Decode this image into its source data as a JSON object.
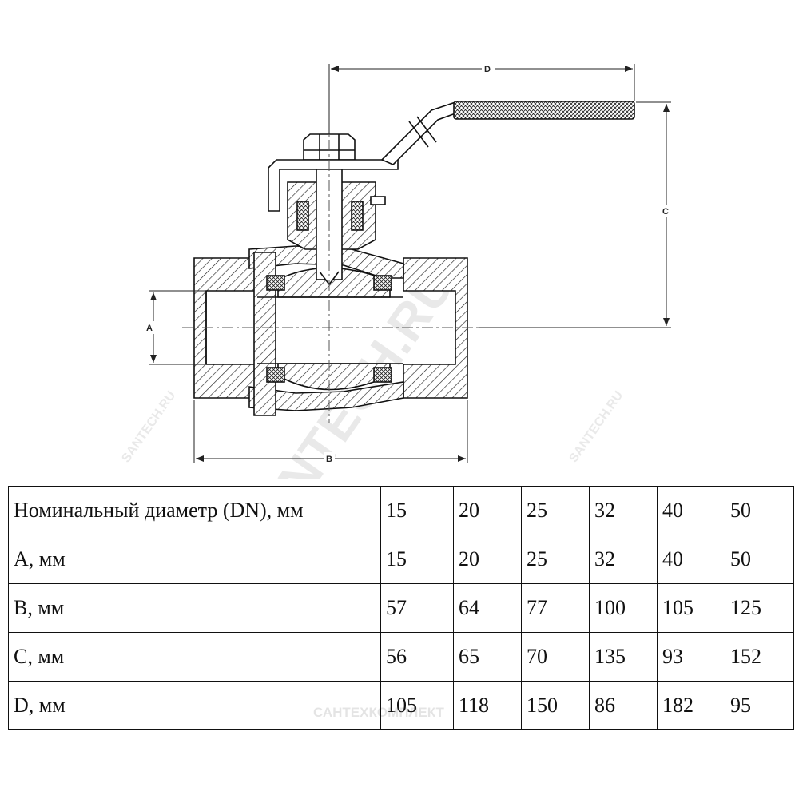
{
  "drawing": {
    "dimension_labels": {
      "a": "A",
      "b": "B",
      "c": "C",
      "d": "D"
    }
  },
  "watermark": {
    "main": "SANTECH.RU",
    "small": "SANTECH.RU",
    "brand": "САНТЕХКОМПЛЕКТ"
  },
  "table": {
    "rows": [
      {
        "label": "Номинальный диаметр (DN), мм",
        "values": [
          "15",
          "20",
          "25",
          "32",
          "40",
          "50"
        ]
      },
      {
        "label": "A, мм",
        "values": [
          "15",
          "20",
          "25",
          "32",
          "40",
          "50"
        ]
      },
      {
        "label": "B, мм",
        "values": [
          "57",
          "64",
          "77",
          "100",
          "105",
          "125"
        ]
      },
      {
        "label": "C, мм",
        "values": [
          "56",
          "65",
          "70",
          "135",
          "93",
          "152"
        ]
      },
      {
        "label": "D, мм",
        "values": [
          "105",
          "118",
          "150",
          "86",
          "182",
          "95"
        ]
      }
    ]
  }
}
